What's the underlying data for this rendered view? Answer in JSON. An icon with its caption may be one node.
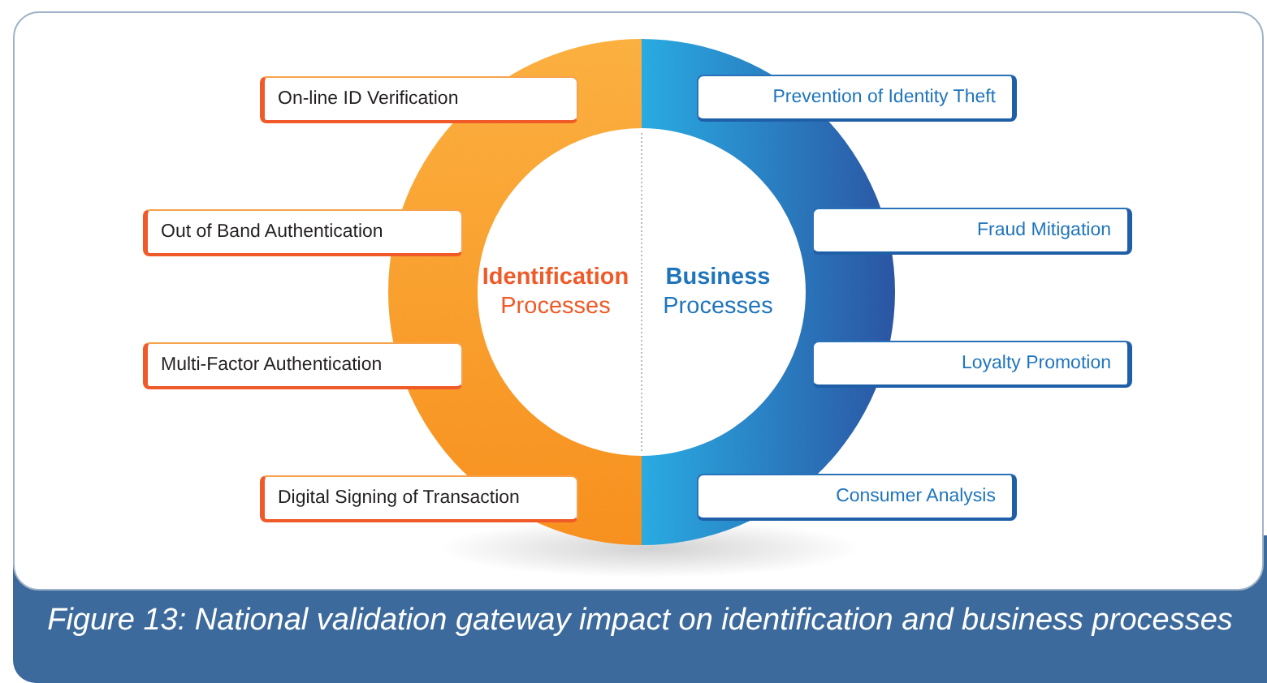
{
  "diagram": {
    "caption": "Figure 13: National validation gateway impact on identification and business processes",
    "nodes": [
      {
        "text": [
          "On-line ID Verification"
        ]
      },
      {
        "text": [
          "Prevention of Identity Theft"
        ]
      },
      {
        "text": [
          "Out of Band Authentication"
        ]
      },
      {
        "text": [
          "Fraud Mitigation"
        ]
      },
      {
        "text": [
          "**Identification** Processes"
        ]
      },
      {
        "text": [
          "**Business** Processes"
        ]
      },
      {
        "text": [
          "Multi-Factor Authentication"
        ]
      },
      {
        "text": [
          "Loyalty Promotion"
        ]
      },
      {
        "text": [
          "Digital Signing of Transaction"
        ]
      },
      {
        "text": [
          "Consumer Analysis"
        ]
      }
    ],
    "edges": []
  }
}
